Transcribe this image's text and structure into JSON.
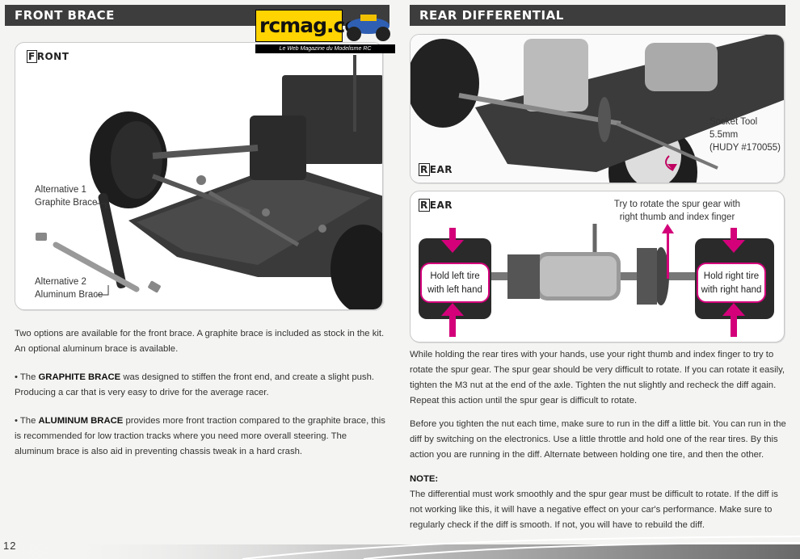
{
  "left": {
    "header": "FRONT BRACE",
    "panel_label": "FRONT",
    "callout_graphite": [
      "Alternative 1",
      "Graphite Brace"
    ],
    "callout_aluminum": [
      "Alternative 2",
      "Aluminum Brace"
    ],
    "intro": "Two options are available for the front brace. A graphite brace is included as stock in the kit. An optional aluminum brace is available.",
    "bullets": [
      {
        "prefix": "The ",
        "bold": "GRAPHITE BRACE",
        "text": " was designed to stiffen the front end, and create  a slight push. Producing a car that is very easy to drive for the average racer."
      },
      {
        "prefix": "The ",
        "bold": "ALUMINUM BRACE",
        "text": " provides more front traction compared to the graphite brace, this is recommended for low traction tracks where you need more overall steering. The aluminum brace is also aid in preventing chassis tweak in a hard crash."
      }
    ]
  },
  "logo": {
    "name": "rcmag.com",
    "tagline": "Le Web Magazine du Modelisme RC"
  },
  "right": {
    "header": "REAR DIFFERENTIAL",
    "panel1_label": "REAR",
    "socket_tool": [
      "Socket Tool 5.5mm",
      "(HUDY #170055)"
    ],
    "panel2_label": "REAR",
    "spur_instruction": [
      "Try to rotate the spur gear with",
      "right thumb and index finger"
    ],
    "hold_left": [
      "Hold left tire",
      "with left hand"
    ],
    "hold_right": [
      "Hold right tire",
      "with right hand"
    ],
    "para1": "While holding the rear tires with your hands, use your right thumb and index finger to try to rotate the spur gear. The spur gear should be very difficult to rotate. If you can rotate it easily, tighten the M3 nut at the end of the axle. Tighten the nut slightly and recheck the diff again. Repeat this action until the spur gear is difficult to rotate.",
    "para2": "Before you tighten the nut each time, make sure to run in the diff a little bit. You can run in the diff by switching on the electronics. Use a little throttle and hold one of the rear tires. By this action you are running in the diff. Alternate between holding one tire, and then the other.",
    "note_title": "NOTE:",
    "note": "The differential must work smoothly and the spur gear must be difficult to rotate. If the diff is not working like this, it will have a negative effect on your car's performance. Make sure to regularly check if the diff is smooth. If not, you will have to rebuild the diff."
  },
  "page_number": "12",
  "colors": {
    "header_bg": "#3d3d3d",
    "accent_magenta": "#d3007a",
    "logo_yellow": "#ffd400"
  }
}
